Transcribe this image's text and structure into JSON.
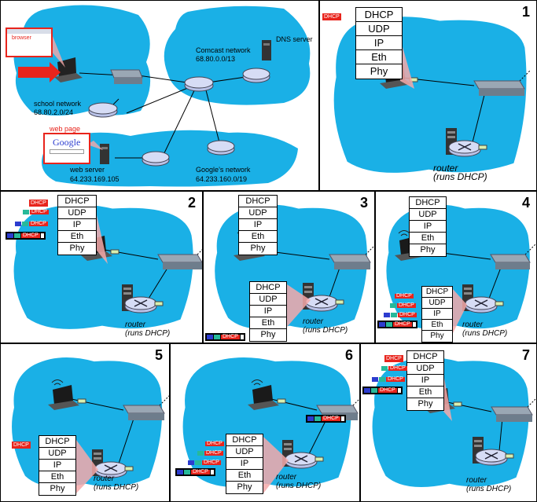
{
  "overview": {
    "browser_label": "browser",
    "school_network": "school network",
    "school_subnet": "68.80.2.0/24",
    "comcast_network": "Comcast network",
    "comcast_subnet": "68.80.0.0/13",
    "dns_server": "DNS server",
    "web_page_label": "web page",
    "google_logo": "Google",
    "web_server": "web server",
    "web_server_ip": "64.233.169.105",
    "google_network": "Google’s network",
    "google_subnet": "64.233.160.0/19"
  },
  "stack_layers": [
    "DHCP",
    "UDP",
    "IP",
    "Eth",
    "Phy"
  ],
  "dhcp_tag": "DHCP",
  "router_label_1": "router",
  "router_label_2": "(runs DHCP)",
  "step_numbers": [
    "1",
    "2",
    "3",
    "4",
    "5",
    "6",
    "7"
  ],
  "colors": {
    "cloud": "#1ab0e6",
    "dhcp_red": "#e8241c",
    "udp_green": "#27b99a",
    "ip_blue": "#2c3ccf",
    "eth_black": "#000000",
    "beam_pink": "#f6a9a9"
  }
}
